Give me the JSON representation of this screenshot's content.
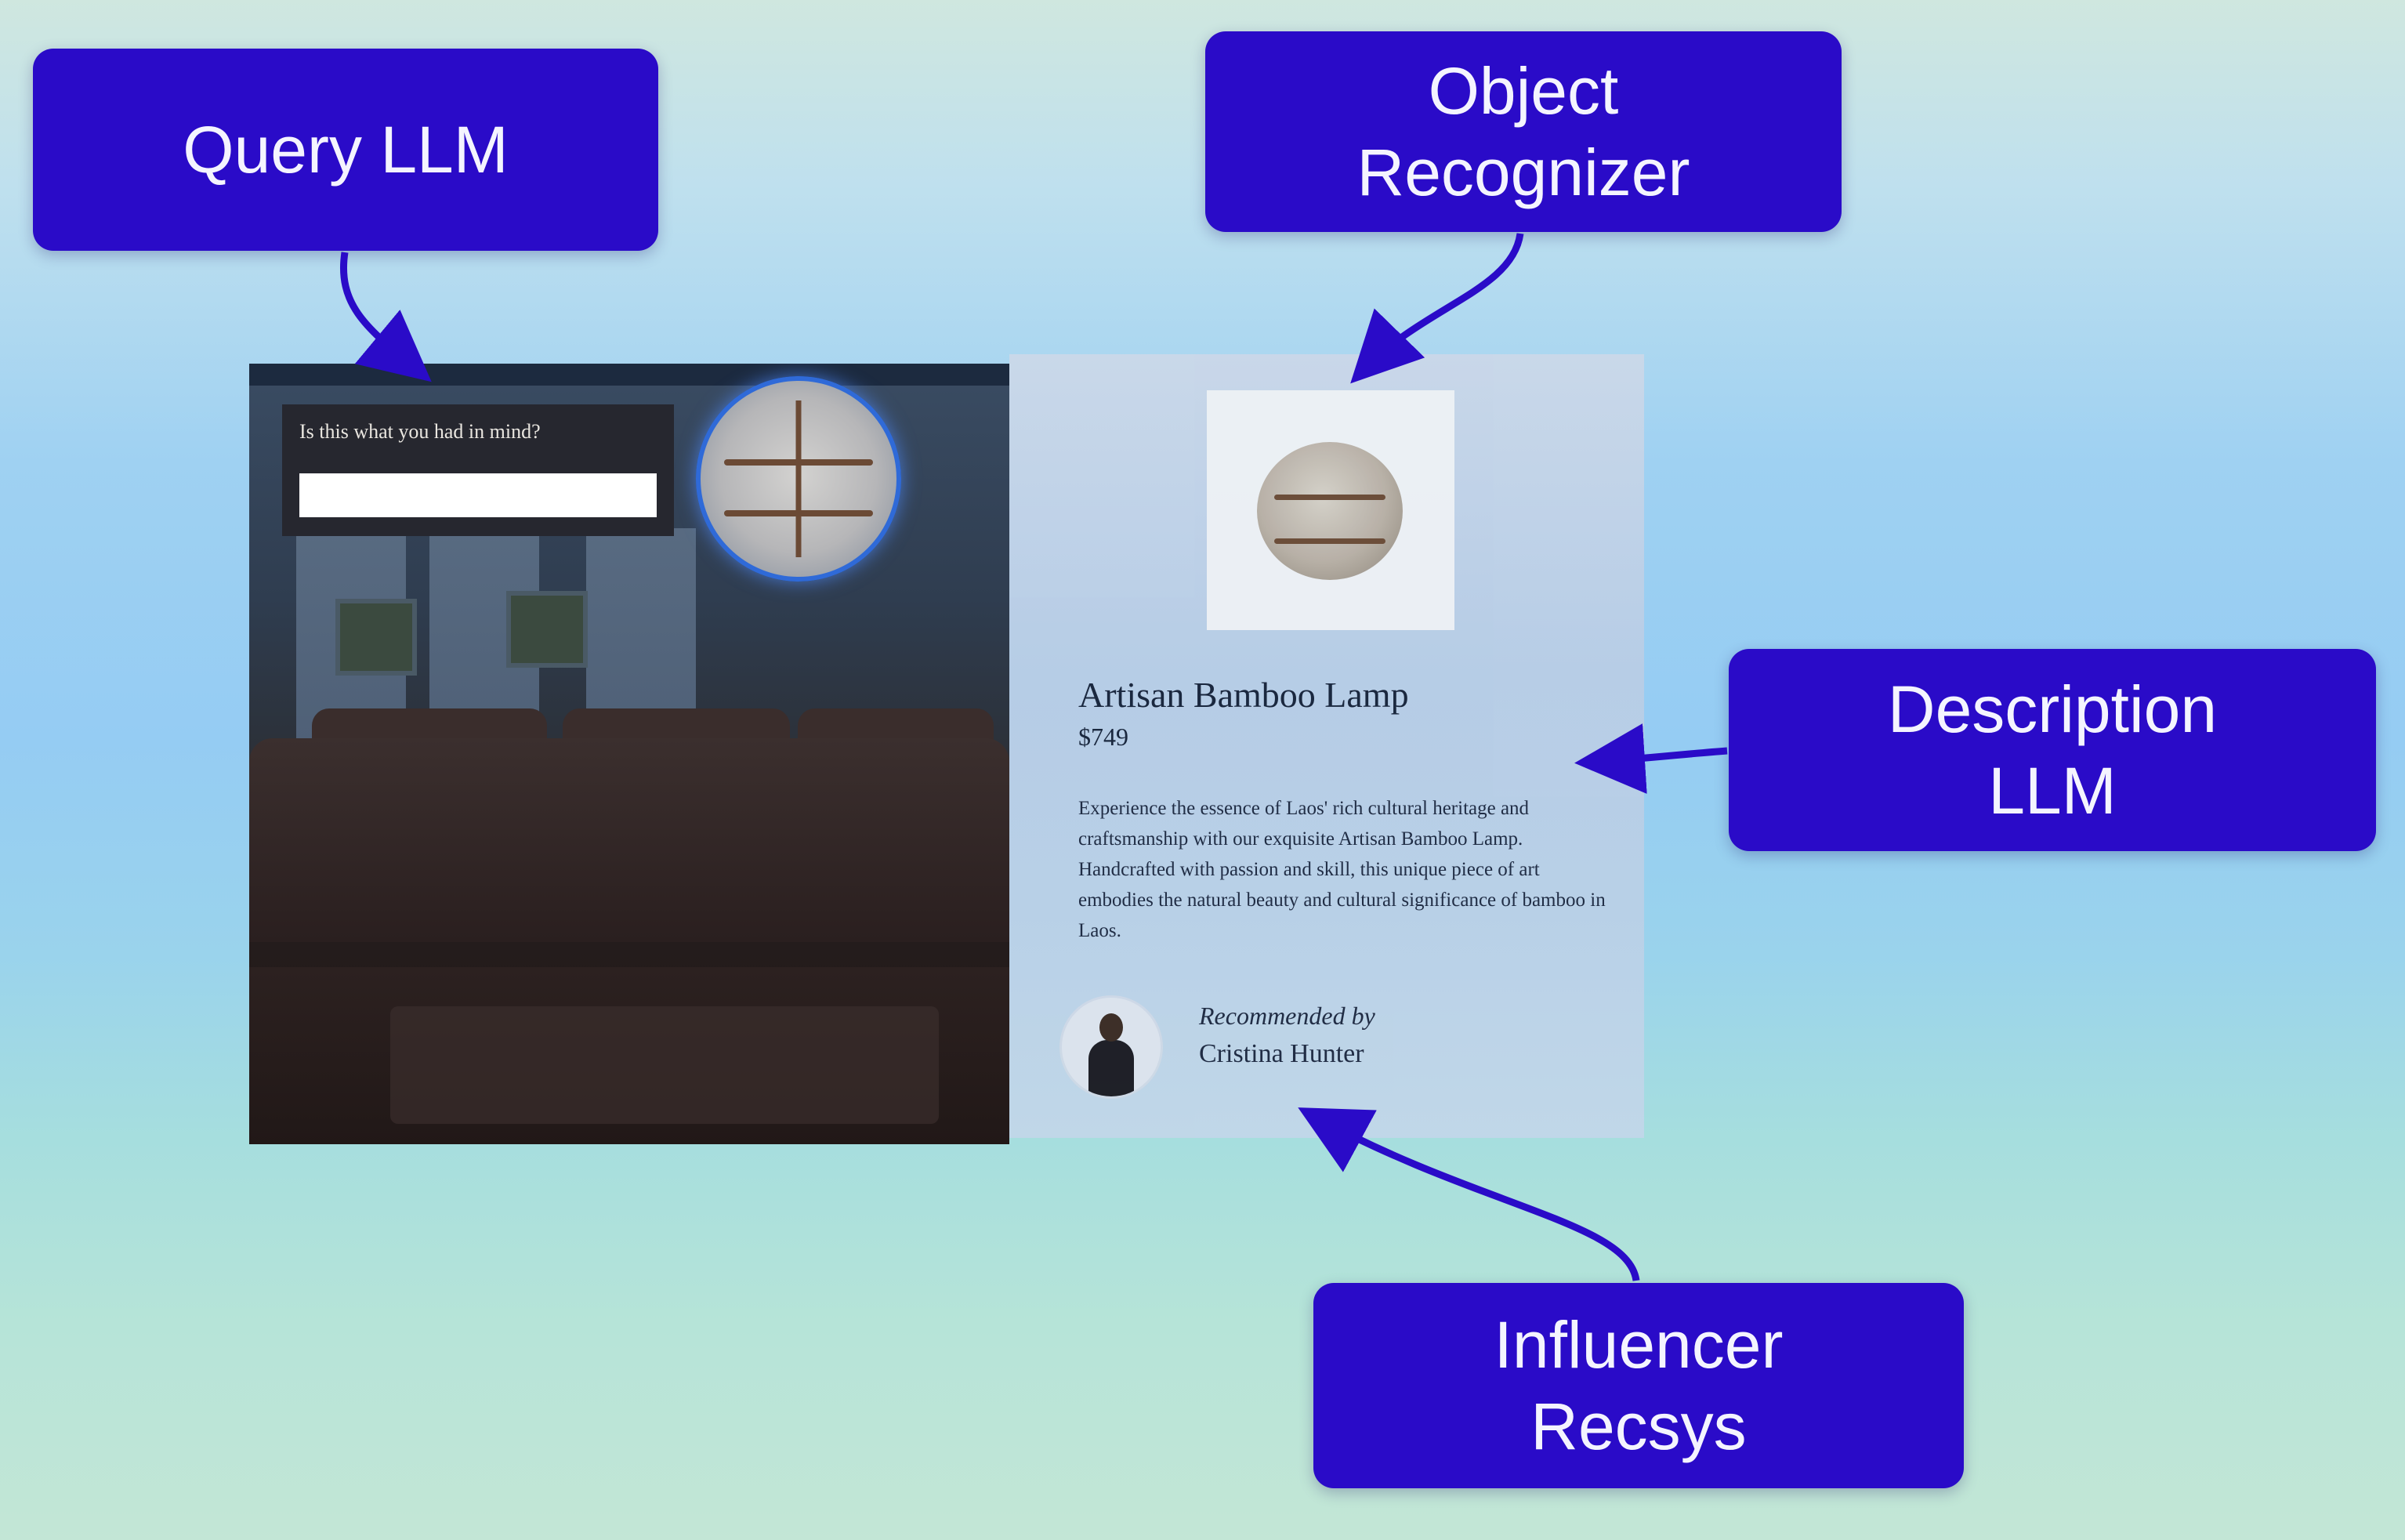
{
  "callouts": {
    "query_llm": "Query LLM",
    "object_recognizer": [
      "Object",
      "Recognizer"
    ],
    "description_llm": [
      "Description",
      "LLM"
    ],
    "influencer_recsys": [
      "Influencer",
      "Recsys"
    ]
  },
  "room": {
    "prompt": "Is this what you had in mind?",
    "input_value": ""
  },
  "product": {
    "title": "Artisan Bamboo Lamp",
    "price": "$749",
    "description": "Experience the essence of Laos' rich cultural heritage and craftsmanship with our exquisite Artisan Bamboo Lamp. Handcrafted with passion and skill, this unique piece of art embodies the natural beauty and cultural significance of bamboo in Laos.",
    "recommended_by_label": "Recommended by",
    "recommender_name": "Cristina Hunter"
  },
  "colors": {
    "callout_bg": "#2a0bc8",
    "arrow": "#2a0bc8",
    "highlight_ring": "#2f6ad8"
  }
}
